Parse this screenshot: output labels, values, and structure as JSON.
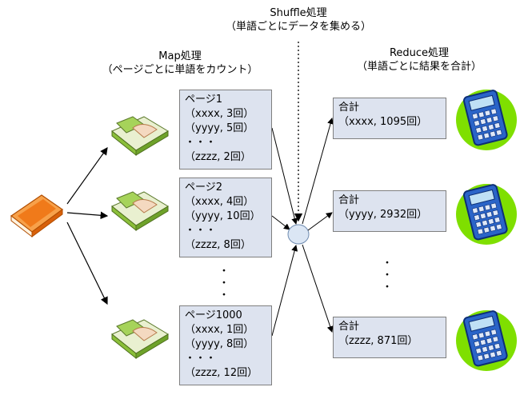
{
  "shuffle": {
    "title": "Shuffle処理",
    "subtitle": "（単語ごとにデータを集める）"
  },
  "map": {
    "title": "Map処理",
    "subtitle": "（ページごとに単語をカウント）"
  },
  "reduce": {
    "title": "Reduce処理",
    "subtitle": "（単語ごとに結果を合計）"
  },
  "pages": [
    {
      "title": "ページ1",
      "items": [
        "（xxxx, 3回）",
        "（yyyy, 5回）",
        "・・・",
        "（zzzz, 2回）"
      ]
    },
    {
      "title": "ページ2",
      "items": [
        "（xxxx, 4回）",
        "（yyyy, 10回）",
        "・・・",
        "（zzzz, 8回）"
      ]
    },
    {
      "title": "ページ1000",
      "items": [
        "（xxxx, 1回）",
        "（yyyy, 8回）",
        "・・・",
        "（zzzz, 12回）"
      ]
    }
  ],
  "results": [
    {
      "title": "合計",
      "value": "（xxxx, 1095回）"
    },
    {
      "title": "合計",
      "value": "（yyyy, 2932回）"
    },
    {
      "title": "合計",
      "value": "（zzzz, 871回）"
    }
  ],
  "ellipsis": "・",
  "icons": {
    "source": "book-icon",
    "page": "open-book-icon",
    "calculator": "calculator-icon"
  },
  "colors": {
    "box_fill": "#dde3ef",
    "hub_fill": "#dbe6f4",
    "book_orange": "#f07a1a",
    "calc_green": "#7fdf00",
    "calc_blue": "#2a64c8"
  }
}
